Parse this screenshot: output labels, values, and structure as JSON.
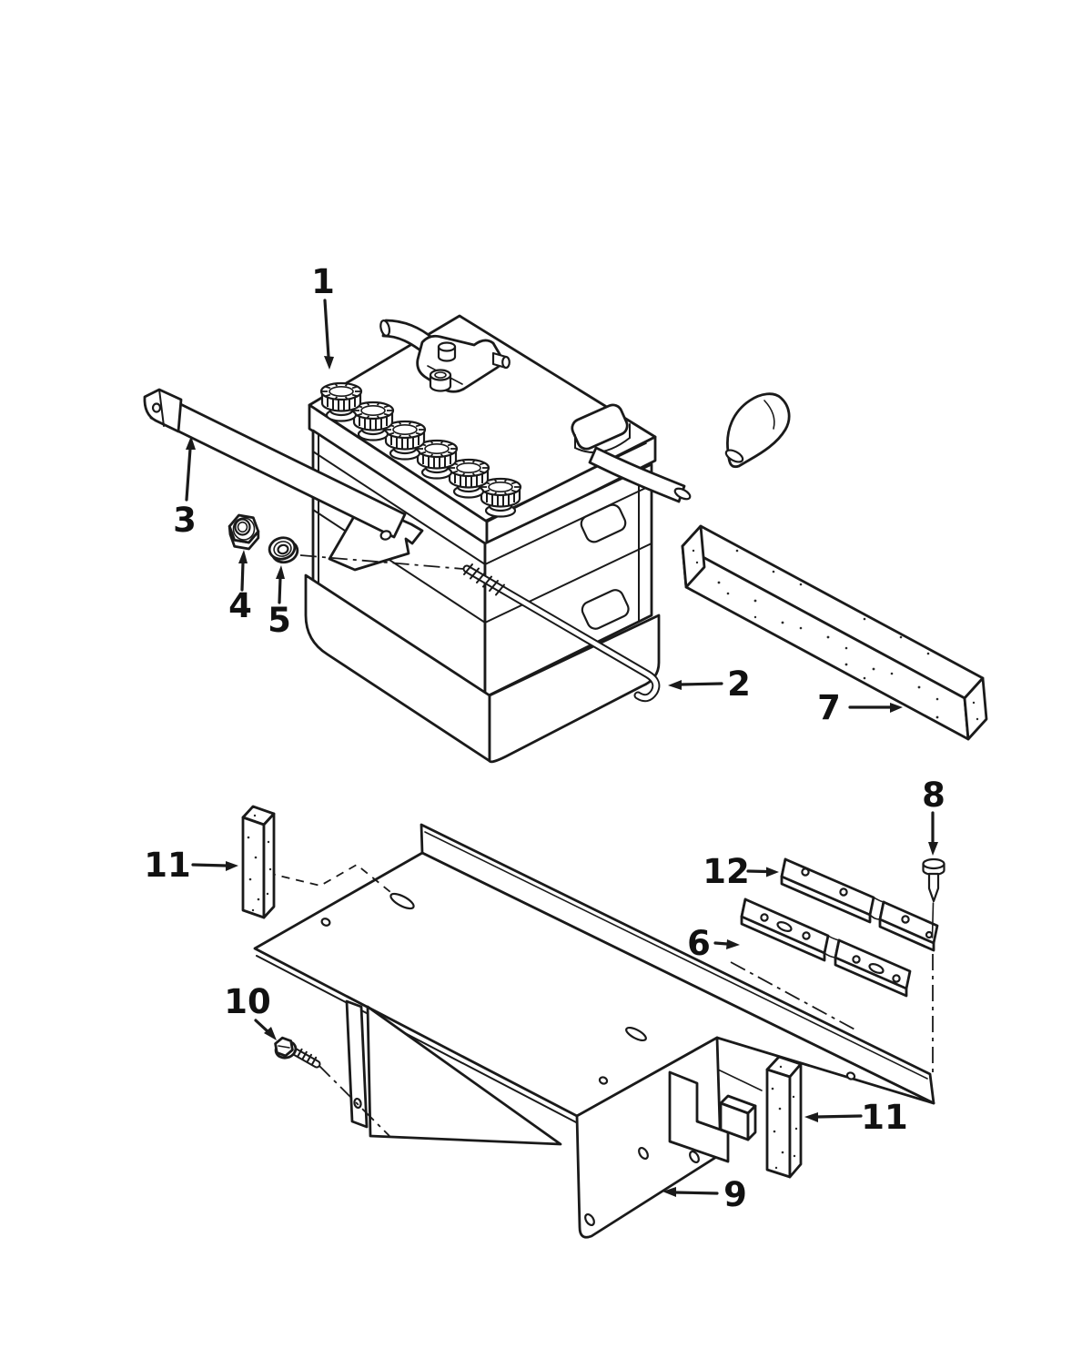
{
  "figure": {
    "background": "#ffffff",
    "ink": "#1a1a1a",
    "type": "exploded-parts-line-diagram"
  },
  "callouts": [
    {
      "label": "1"
    },
    {
      "label": "2"
    },
    {
      "label": "3"
    },
    {
      "label": "4"
    },
    {
      "label": "5"
    },
    {
      "label": "6"
    },
    {
      "label": "7"
    },
    {
      "label": "8"
    },
    {
      "label": "9"
    },
    {
      "label": "10"
    },
    {
      "label": "11"
    },
    {
      "label": "11"
    },
    {
      "label": "12"
    }
  ]
}
